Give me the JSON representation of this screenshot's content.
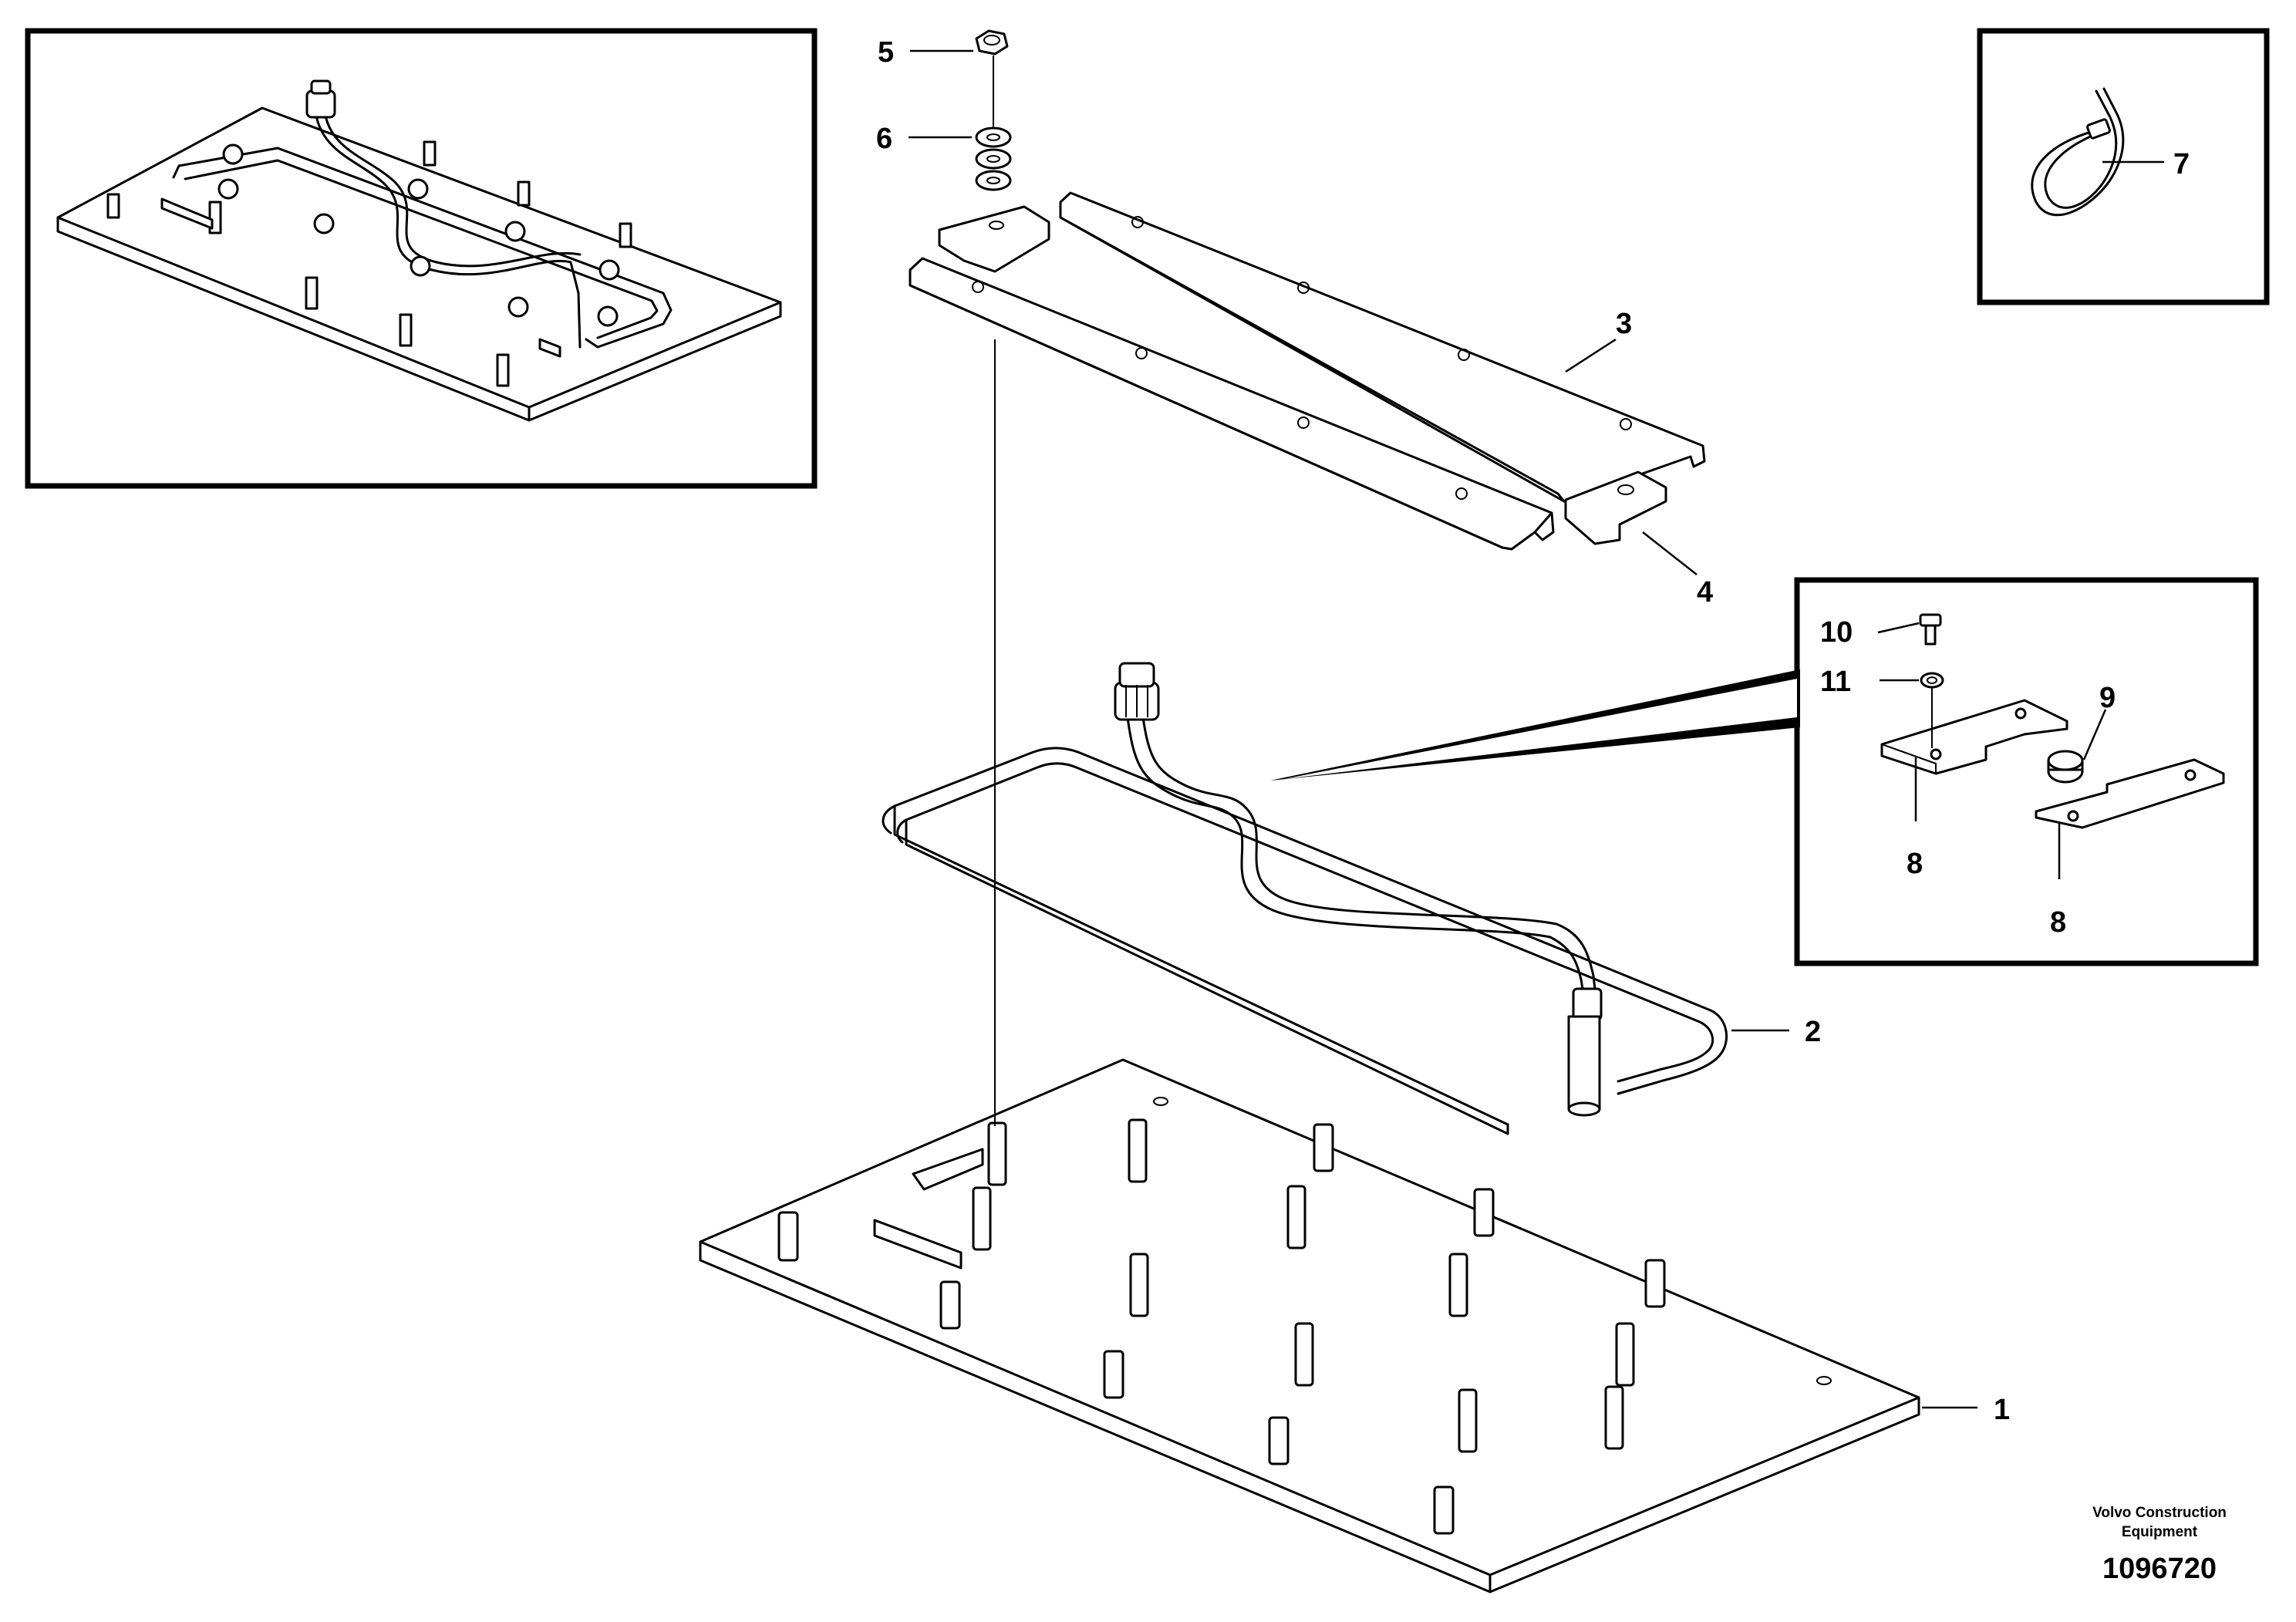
{
  "callouts": [
    {
      "id": "1",
      "label": "1"
    },
    {
      "id": "2",
      "label": "2"
    },
    {
      "id": "3",
      "label": "3"
    },
    {
      "id": "4",
      "label": "4"
    },
    {
      "id": "5",
      "label": "5"
    },
    {
      "id": "6",
      "label": "6"
    },
    {
      "id": "7",
      "label": "7"
    },
    {
      "id": "8a",
      "label": "8"
    },
    {
      "id": "8b",
      "label": "8"
    },
    {
      "id": "9",
      "label": "9"
    },
    {
      "id": "10",
      "label": "10"
    },
    {
      "id": "11",
      "label": "11"
    }
  ],
  "footer": {
    "credit_line1": "Volvo Construction",
    "credit_line2": "Equipment",
    "drawing_number": "1096720"
  }
}
